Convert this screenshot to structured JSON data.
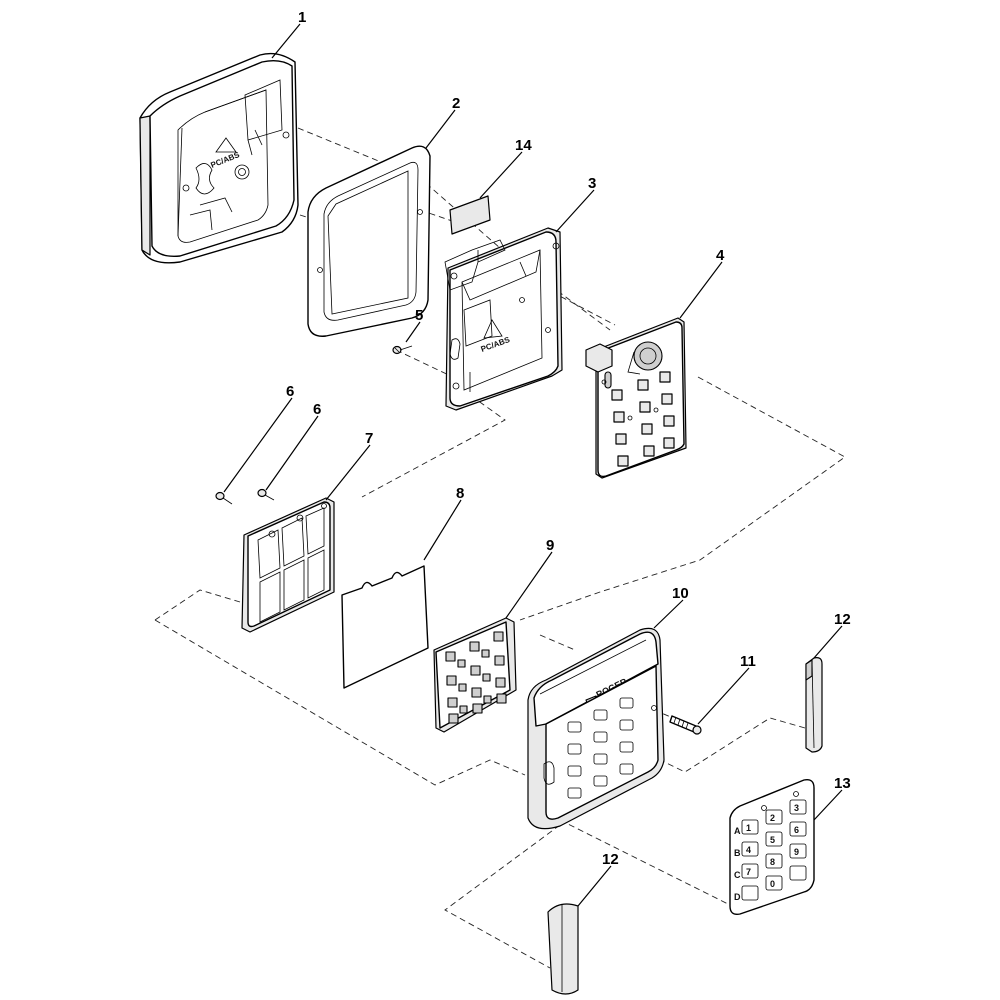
{
  "parts": {
    "p1": "1",
    "p2": "2",
    "p3": "3",
    "p4": "4",
    "p5": "5",
    "p6a": "6",
    "p6b": "6",
    "p7": "7",
    "p8": "8",
    "p9": "9",
    "p10": "10",
    "p11": "11",
    "p12a": "12",
    "p12b": "12",
    "p13": "13",
    "p14": "14"
  },
  "markings": {
    "box_material": "PC/ABS",
    "frame_material": "PC/ABS",
    "brand": "ROGER"
  },
  "keypad_labels": {
    "k1": "1",
    "k2": "2",
    "k3": "3",
    "k4": "4",
    "k5": "5",
    "k6": "6",
    "k7": "7",
    "k8": "8",
    "k9": "9",
    "k0": "0",
    "kA": "A",
    "kB": "B",
    "kC": "C",
    "kD": "D"
  }
}
